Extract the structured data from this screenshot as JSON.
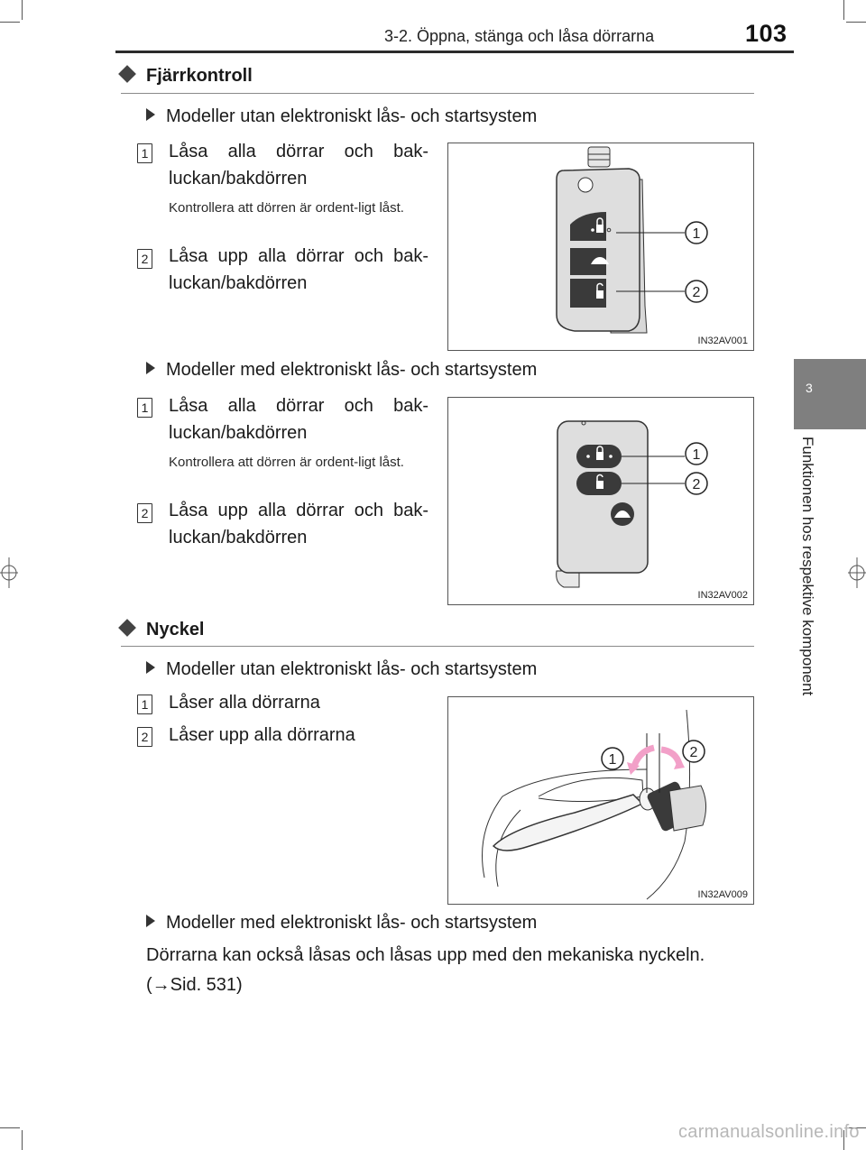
{
  "header": {
    "page_number": "103",
    "title": "3-2. Öppna, stänga och låsa dörrarna"
  },
  "side_tab": {
    "number": "3",
    "label": "Funktionen hos respektive komponent"
  },
  "sections": [
    {
      "heading": "Fjärrkontroll",
      "subsections": [
        {
          "heading": "Modeller utan elektroniskt lås- och startsystem",
          "items": [
            {
              "num": "1",
              "text": "Låsa alla dörrar och bak-luckan/bakdörren",
              "note": "Kontrollera att dörren är ordent-ligt låst."
            },
            {
              "num": "2",
              "text": "Låsa upp alla dörrar och bak-luckan/bakdörren"
            }
          ],
          "figure": {
            "code": "IN32AV001",
            "callouts": [
              "1",
              "2"
            ]
          }
        },
        {
          "heading": "Modeller med elektroniskt lås- och startsystem",
          "items": [
            {
              "num": "1",
              "text": "Låsa alla dörrar och bak-luckan/bakdörren",
              "note": "Kontrollera att dörren är ordent-ligt låst."
            },
            {
              "num": "2",
              "text": "Låsa upp alla dörrar och bak-luckan/bakdörren"
            }
          ],
          "figure": {
            "code": "IN32AV002",
            "callouts": [
              "1",
              "2"
            ]
          }
        }
      ]
    },
    {
      "heading": "Nyckel",
      "subsections": [
        {
          "heading": "Modeller utan elektroniskt lås- och startsystem",
          "items": [
            {
              "num": "1",
              "text": "Låser alla dörrarna"
            },
            {
              "num": "2",
              "text": "Låser upp alla dörrarna"
            }
          ],
          "figure": {
            "code": "IN32AV009",
            "callouts": [
              "1",
              "2"
            ]
          }
        },
        {
          "heading": "Modeller med elektroniskt lås- och startsystem",
          "body": "Dörrarna kan också låsas och låsas upp med den mekaniska nyckeln.",
          "reference": "(→Sid. 531)"
        }
      ]
    }
  ],
  "watermark": "carmanualsonline.info",
  "colors": {
    "side_tab": "#7f7f7f",
    "figure_border": "#555555",
    "callout_arrow": "#f2a0c8",
    "key_body": "#dcdcdc"
  }
}
